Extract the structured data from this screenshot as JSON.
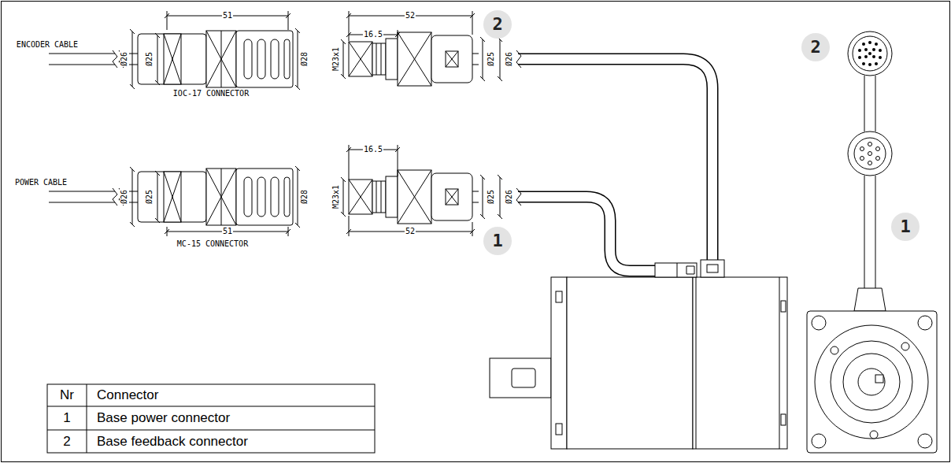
{
  "diagram": {
    "nodes": [
      {
        "text": [
          "2"
        ]
      },
      {
        "text": [
          "2"
        ]
      },
      {
        "text": [
          "1"
        ]
      },
      {
        "text": [
          "1"
        ]
      }
    ],
    "labels": [
      "ENCODER CABLE",
      "51",
      "Ø26",
      "Ø25",
      "Ø28",
      "M23x1",
      "16.5",
      "52",
      "Ø25",
      "Ø26",
      "IOC-17 CONNECTOR",
      "POWER CABLE",
      "16.5",
      "Ø26",
      "Ø25",
      "Ø28",
      "M23x1",
      "Ø25",
      "Ø26",
      "51",
      "MC-15 CONNECTOR",
      "52",
      "Nr",
      "Connector",
      "1",
      "Base power connector",
      "2",
      "Base feedback connector"
    ]
  }
}
